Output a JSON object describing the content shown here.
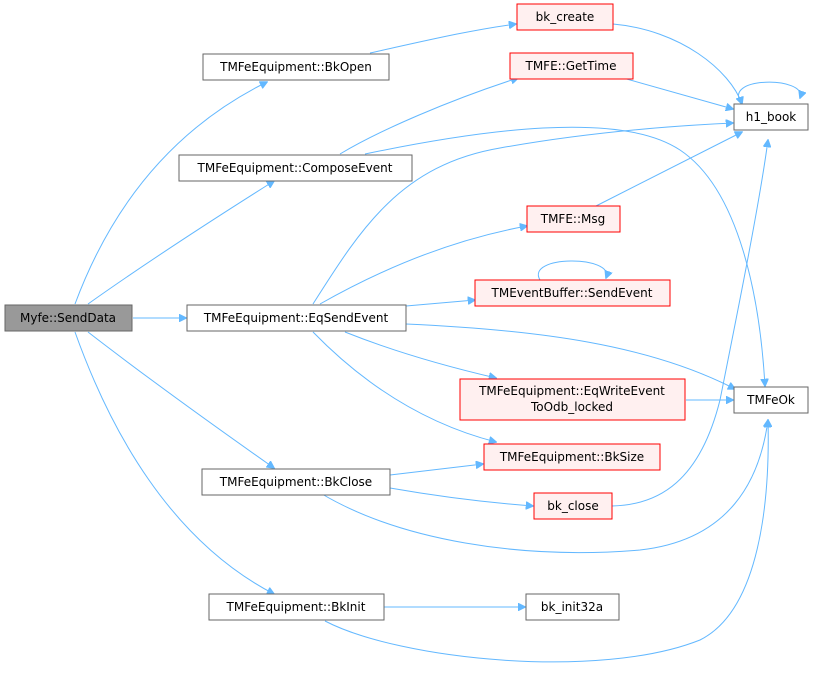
{
  "colors": {
    "root_fill": "#999999",
    "root_stroke": "#666666",
    "normal_fill": "#ffffff",
    "normal_stroke": "#666666",
    "highlight_fill": "#fff0f0",
    "highlight_stroke": "#ff0000",
    "edge": "#63b8ff"
  },
  "nodes": {
    "sendData": {
      "label": "Myfe::SendData",
      "style": "root"
    },
    "bkOpen": {
      "label": "TMFeEquipment::BkOpen",
      "style": "normal"
    },
    "composeEvent": {
      "label": "TMFeEquipment::ComposeEvent",
      "style": "normal"
    },
    "eqSendEvent": {
      "label": "TMFeEquipment::EqSendEvent",
      "style": "normal"
    },
    "bkClose": {
      "label": "TMFeEquipment::BkClose",
      "style": "normal"
    },
    "bkInit": {
      "label": "TMFeEquipment::BkInit",
      "style": "normal"
    },
    "bkCreate": {
      "label": "bk_create",
      "style": "highlight"
    },
    "getTime": {
      "label": "TMFE::GetTime",
      "style": "highlight"
    },
    "msg": {
      "label": "TMFE::Msg",
      "style": "highlight"
    },
    "bufSendEvent": {
      "label": "TMEventBuffer::SendEvent",
      "style": "highlight"
    },
    "eqWrite": {
      "label_line1": "TMFeEquipment::EqWriteEvent",
      "label_line2": "ToOdb_locked",
      "style": "highlight"
    },
    "bkSize": {
      "label": "TMFeEquipment::BkSize",
      "style": "highlight"
    },
    "bkCloseFn": {
      "label": "bk_close",
      "style": "highlight"
    },
    "bkInit32a": {
      "label": "bk_init32a",
      "style": "normal"
    },
    "h1Book": {
      "label": "h1_book",
      "style": "normal"
    },
    "tmfeOk": {
      "label": "TMFeOk",
      "style": "normal"
    }
  }
}
